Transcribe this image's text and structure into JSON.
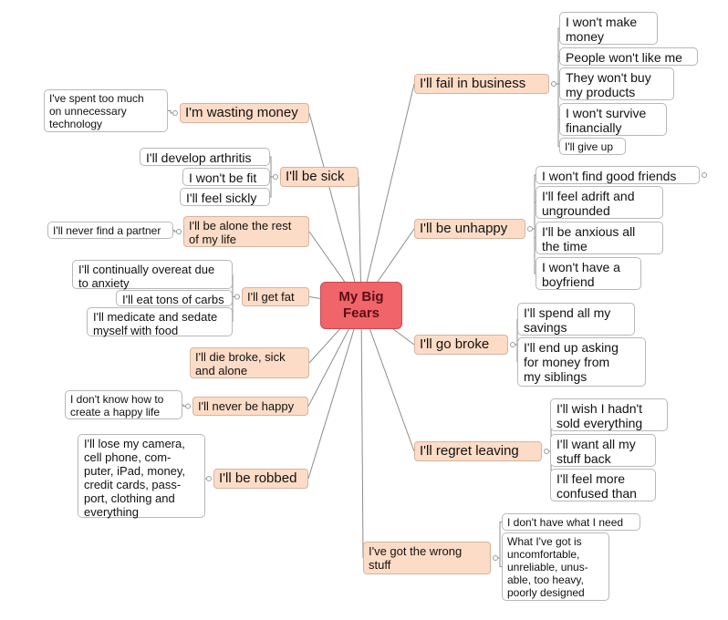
{
  "center": "My Big\nFears",
  "topics": {
    "fail_business": "I'll fail in business",
    "unhappy": "I'll be unhappy",
    "go_broke": "I'll go broke",
    "regret_leaving": "I'll regret leaving",
    "wrong_stuff": "I've got the wrong\nstuff",
    "wasting_money": "I'm wasting money",
    "be_sick": "I'll be sick",
    "alone": "I'll be alone the rest\nof my life",
    "get_fat": "I'll get fat",
    "die_broke": "I'll die broke, sick\nand alone",
    "never_happy": "I'll never be happy",
    "robbed": "I'll be robbed"
  },
  "leaves": {
    "fail_business": [
      "I won't make\nmoney",
      "People won't like me",
      "They won't buy\nmy products",
      "I won't survive\nfinancially",
      "I'll give up"
    ],
    "unhappy": [
      "I won't find good friends",
      "I'll feel adrift and\nungrounded",
      "I'll be anxious all\nthe time",
      "I won't have a\nboyfriend"
    ],
    "go_broke": [
      "I'll spend all my\nsavings",
      "I'll end up asking\nfor money from\nmy siblings"
    ],
    "regret_leaving": [
      "I'll wish I hadn't\nsold everything",
      "I'll want all my\nstuff back",
      "I'll feel more\nconfused than"
    ],
    "wrong_stuff": [
      "I don't have what I need",
      "What I've got is\nuncomfortable,\nunreliable, unus-\nable, too heavy,\npoorly designed"
    ],
    "wasting_money": [
      "I've spent too much\non unnecessary\ntechnology"
    ],
    "be_sick": [
      "I'll develop arthritis",
      "I won't be fit",
      "I'll feel sickly"
    ],
    "alone": [
      "I'll never find a partner"
    ],
    "get_fat": [
      "I'll continually overeat due\nto anxiety",
      "I'll eat tons of carbs",
      "I'll medicate and sedate\nmyself with food"
    ],
    "never_happy": [
      "I don't know how to\ncreate a happy life"
    ],
    "robbed": [
      "I'll lose my camera,\ncell phone, com-\nputer, iPad, money,\ncredit cards, pass-\nport, clothing and\neverything"
    ]
  },
  "colors": {
    "center_fill": "#f0646a",
    "topic_fill": "#fcdcc6",
    "leaf_fill": "#ffffff",
    "connector": "#8c8c8c"
  }
}
